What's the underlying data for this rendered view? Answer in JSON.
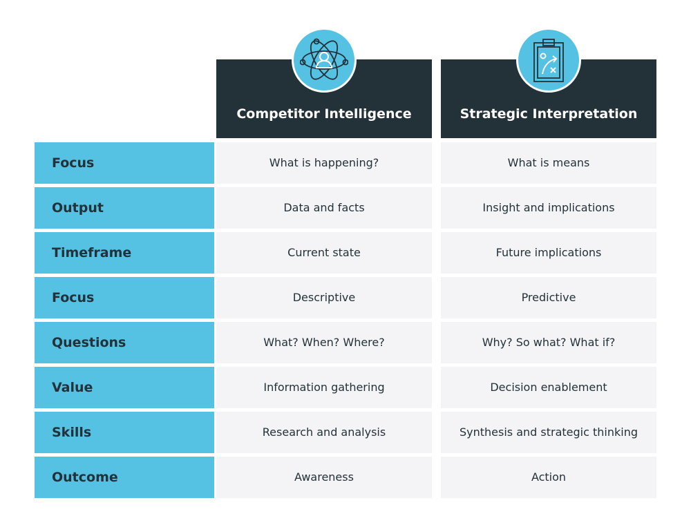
{
  "columns": [
    {
      "title": "Competitor Intelligence",
      "icon": "atom-person-icon"
    },
    {
      "title": "Strategic Interpretation",
      "icon": "clipboard-strategy-icon"
    }
  ],
  "rows": [
    {
      "label": "Focus",
      "a": "What is happening?",
      "b": "What is means"
    },
    {
      "label": "Output",
      "a": "Data and facts",
      "b": "Insight and implications"
    },
    {
      "label": "Timeframe",
      "a": "Current state",
      "b": "Future implications"
    },
    {
      "label": "Focus",
      "a": "Descriptive",
      "b": "Predictive"
    },
    {
      "label": "Questions",
      "a": "What? When? Where?",
      "b": "Why? So what? What if?"
    },
    {
      "label": "Value",
      "a": "Information gathering",
      "b": "Decision enablement"
    },
    {
      "label": "Skills",
      "a": "Research and analysis",
      "b": "Synthesis and strategic thinking"
    },
    {
      "label": "Outcome",
      "a": "Awareness",
      "b": "Action"
    }
  ],
  "colors": {
    "accent": "#55c1e3",
    "dark": "#233139",
    "cell": "#f4f4f6"
  }
}
